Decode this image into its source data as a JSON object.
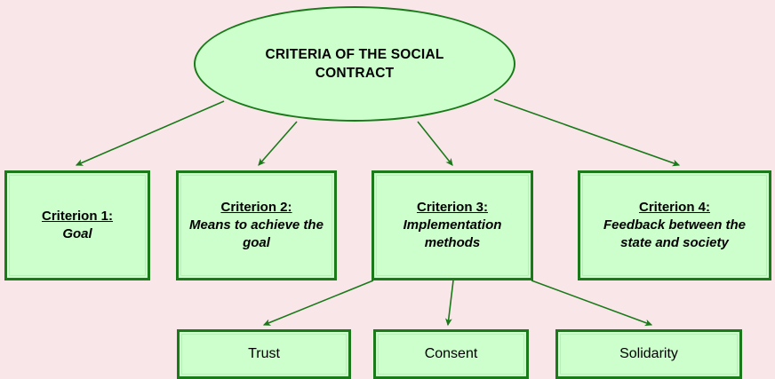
{
  "diagram": {
    "background_color": "#f9e6e8",
    "node_fill_color": "#ccffcc",
    "node_border_color": "#1a7a1a",
    "text_color": "#000000",
    "root": {
      "text": "CRITERIA OF THE SOCIAL CONTRACT"
    },
    "criteria": [
      {
        "head": "Criterion 1:",
        "sub": "Goal"
      },
      {
        "head": "Criterion 2:",
        "sub": "Means to achieve the goal"
      },
      {
        "head": "Criterion 3:",
        "sub": "Implementation methods"
      },
      {
        "head": "Criterion 4:",
        "sub": "Feedback between the state and society"
      }
    ],
    "sub_nodes": [
      {
        "label": "Trust"
      },
      {
        "label": "Consent"
      },
      {
        "label": "Solidarity"
      }
    ]
  }
}
